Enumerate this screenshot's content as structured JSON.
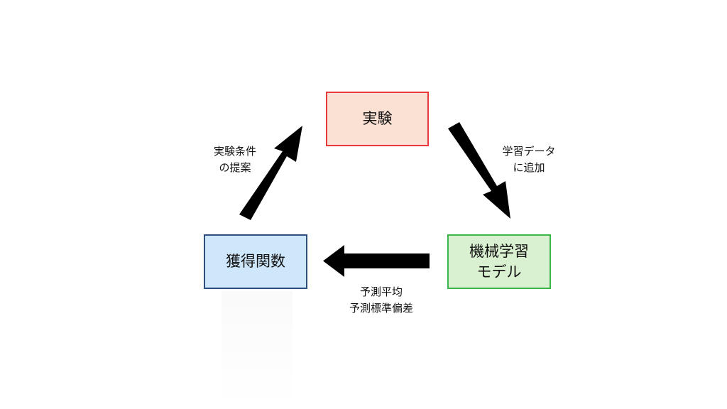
{
  "diagram": {
    "nodes": {
      "experiment": {
        "lines": [
          "実験"
        ],
        "fill": "#fbe0d4",
        "border": "#e8383d"
      },
      "acquisition": {
        "lines": [
          "獲得関数"
        ],
        "fill": "#cfe7fa",
        "border": "#2f4f7f"
      },
      "model": {
        "lines": [
          "機械学習",
          "モデル"
        ],
        "fill": "#daf1d1",
        "border": "#3cb54a"
      }
    },
    "edges": {
      "acquisition_to_experiment": {
        "lines": [
          "実験条件",
          "の提案"
        ]
      },
      "experiment_to_model": {
        "lines": [
          "学習データ",
          "に追加"
        ]
      },
      "model_to_acquisition": {
        "lines": [
          "予測平均",
          "予測標準偏差"
        ]
      }
    },
    "arrow_color": "#000000"
  }
}
